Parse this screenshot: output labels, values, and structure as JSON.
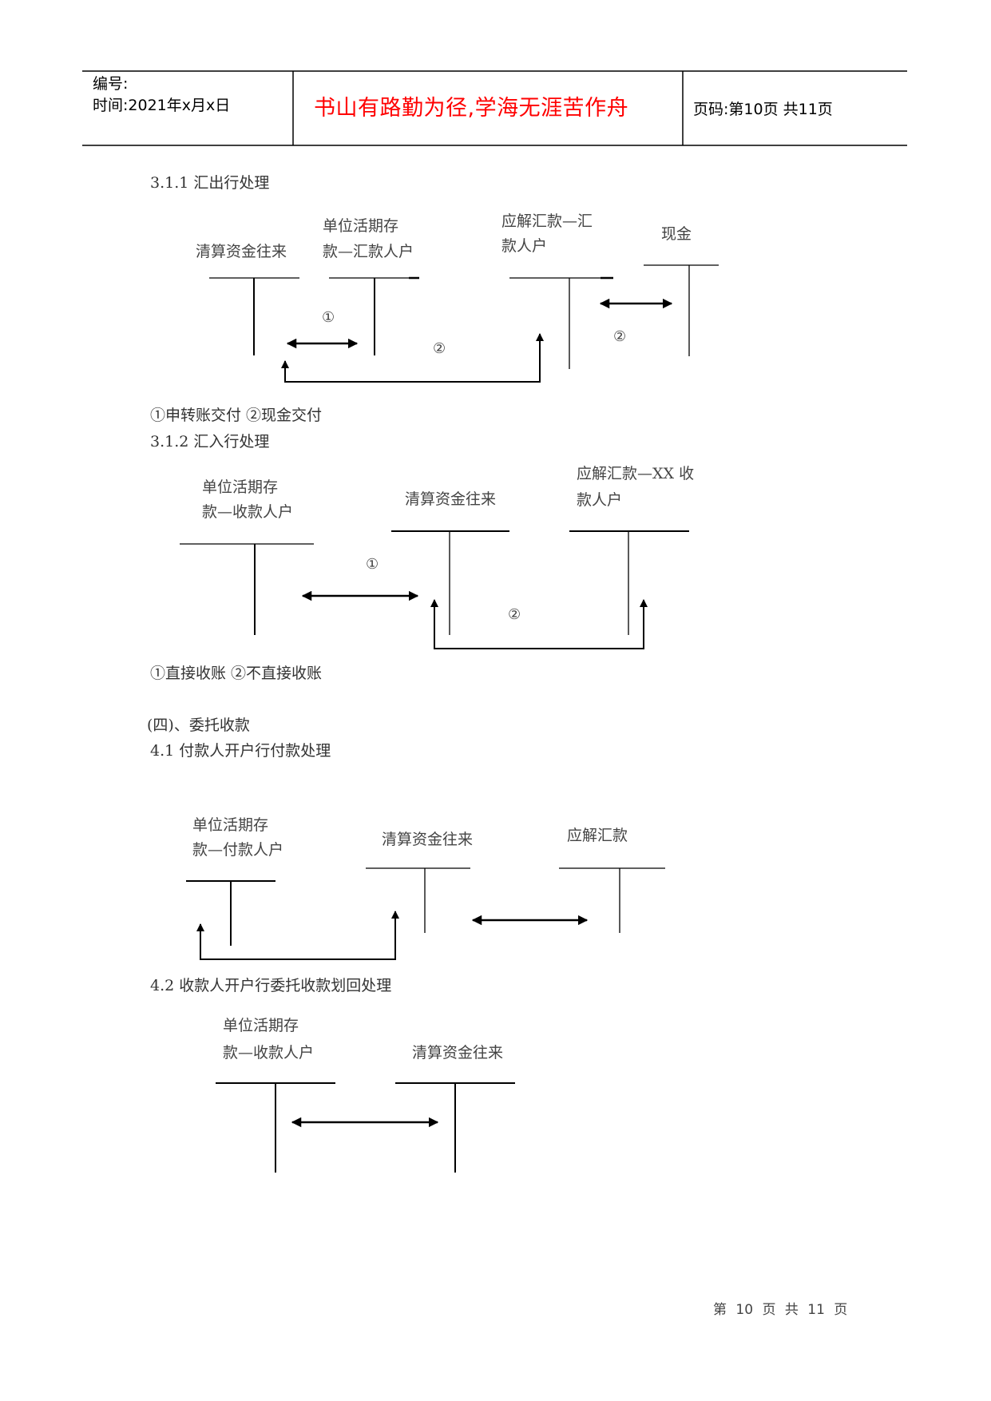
{
  "header": {
    "number_label": "编号:",
    "date_label": "时间:2021年x月x日",
    "motto": "书山有路勤为径,学海无涯苦作舟",
    "page_info": "页码:第10页  共11页",
    "motto_color": "#ff0000"
  },
  "sections": {
    "s311": {
      "title": "3.1.1 汇出行处理",
      "accounts": [
        "清算资金往来",
        "单位活期存",
        "款—汇款人户",
        "应解汇款—汇",
        "款人户",
        "现金"
      ],
      "markers": [
        "①",
        "②",
        "②"
      ],
      "legend": "①申转账交付  ②现金交付"
    },
    "s312": {
      "title": "3.1.2 汇入行处理",
      "accounts": [
        "单位活期存",
        "款—收款人户",
        "清算资金往来",
        "应解汇款—XX 收",
        "款人户"
      ],
      "markers": [
        "①",
        "②"
      ],
      "legend": "①直接收账  ②不直接收账"
    },
    "s4": {
      "title": "(四)、委托收款"
    },
    "s41": {
      "title": "4.1 付款人开户行付款处理",
      "accounts": [
        "单位活期存",
        "款—付款人户",
        "清算资金往来",
        "应解汇款"
      ]
    },
    "s42": {
      "title": "4.2 收款人开户行委托收款划回处理",
      "accounts": [
        "单位活期存",
        "款—收款人户",
        "清算资金往来"
      ]
    }
  },
  "footer": {
    "page_text": "第 10 页 共 11 页"
  }
}
